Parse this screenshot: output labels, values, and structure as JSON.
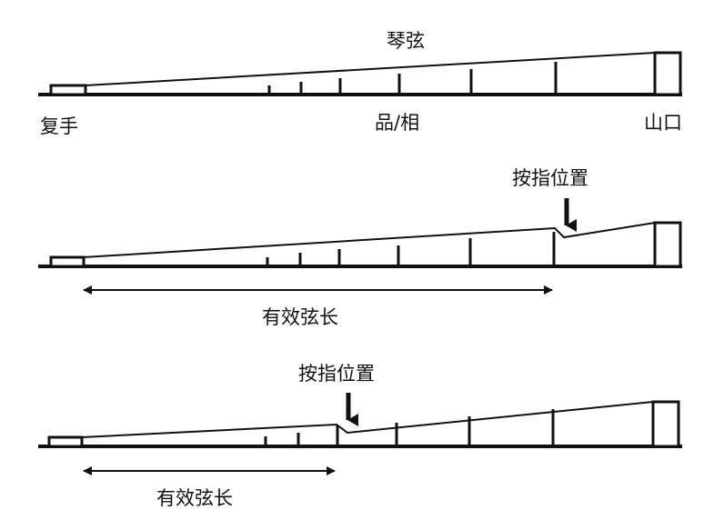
{
  "panel1": {
    "title": "琴弦",
    "label_left": "复手",
    "label_middle": "品/相",
    "label_right": "山口"
  },
  "panel2": {
    "press_label": "按指位置",
    "length_label": "有效弦长"
  },
  "panel3": {
    "press_label": "按指位置",
    "length_label": "有效弦长"
  }
}
